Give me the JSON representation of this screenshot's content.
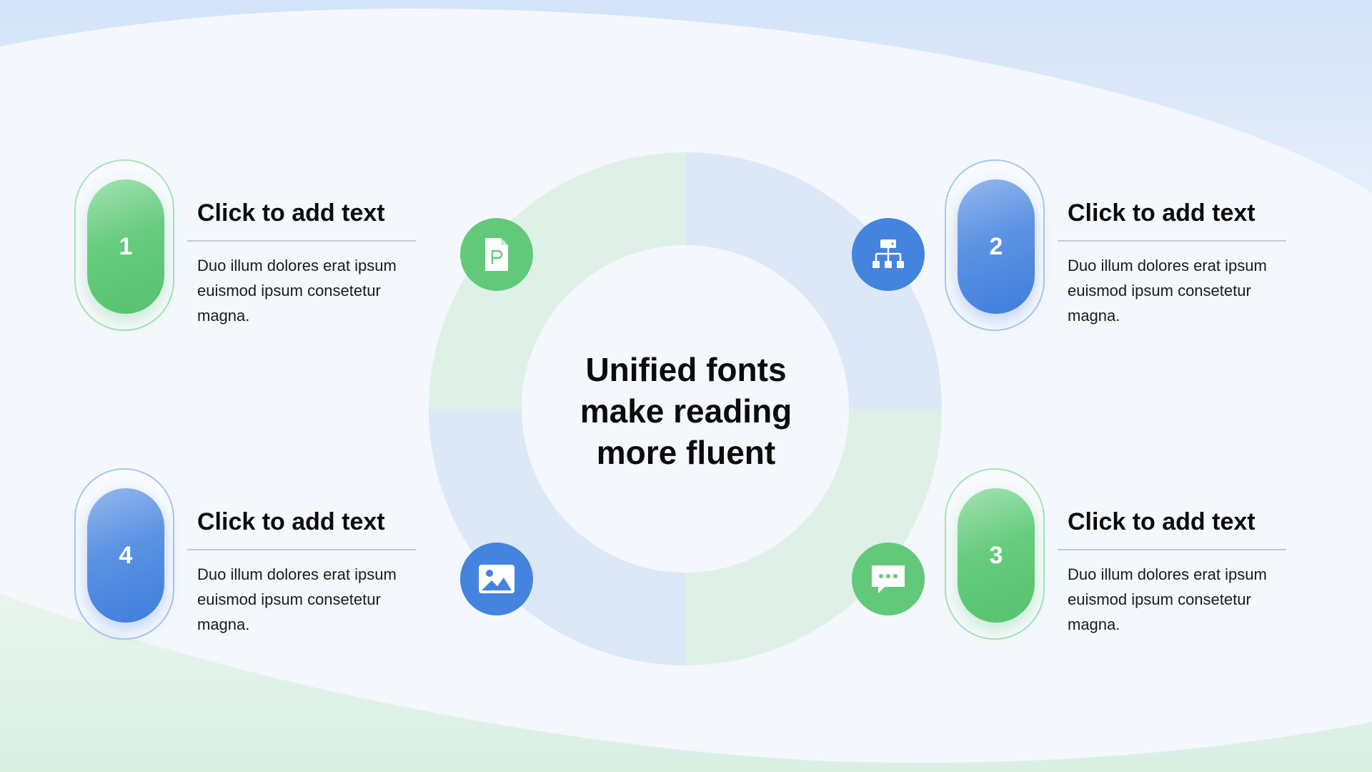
{
  "center_title_lines": [
    "Unified fonts",
    "make reading",
    "more fluent"
  ],
  "colors": {
    "green": "#62c97a",
    "blue": "#4483de",
    "ring_green": "#dff1e6",
    "ring_blue": "#dce7f7",
    "background": "#f4f8fd"
  },
  "items": [
    {
      "number": "1",
      "title": "Click to add text",
      "body": "Duo illum dolores erat ipsum euismod ipsum consetetur magna.",
      "icon": "document-icon",
      "color": "green"
    },
    {
      "number": "2",
      "title": "Click to add text",
      "body": "Duo illum dolores erat ipsum euismod ipsum consetetur magna.",
      "icon": "hierarchy-icon",
      "color": "blue"
    },
    {
      "number": "3",
      "title": "Click to add text",
      "body": "Duo illum dolores erat ipsum euismod ipsum consetetur magna.",
      "icon": "chat-icon",
      "color": "green"
    },
    {
      "number": "4",
      "title": "Click to add text",
      "body": "Duo illum dolores erat ipsum euismod ipsum consetetur magna.",
      "icon": "image-icon",
      "color": "blue"
    }
  ]
}
